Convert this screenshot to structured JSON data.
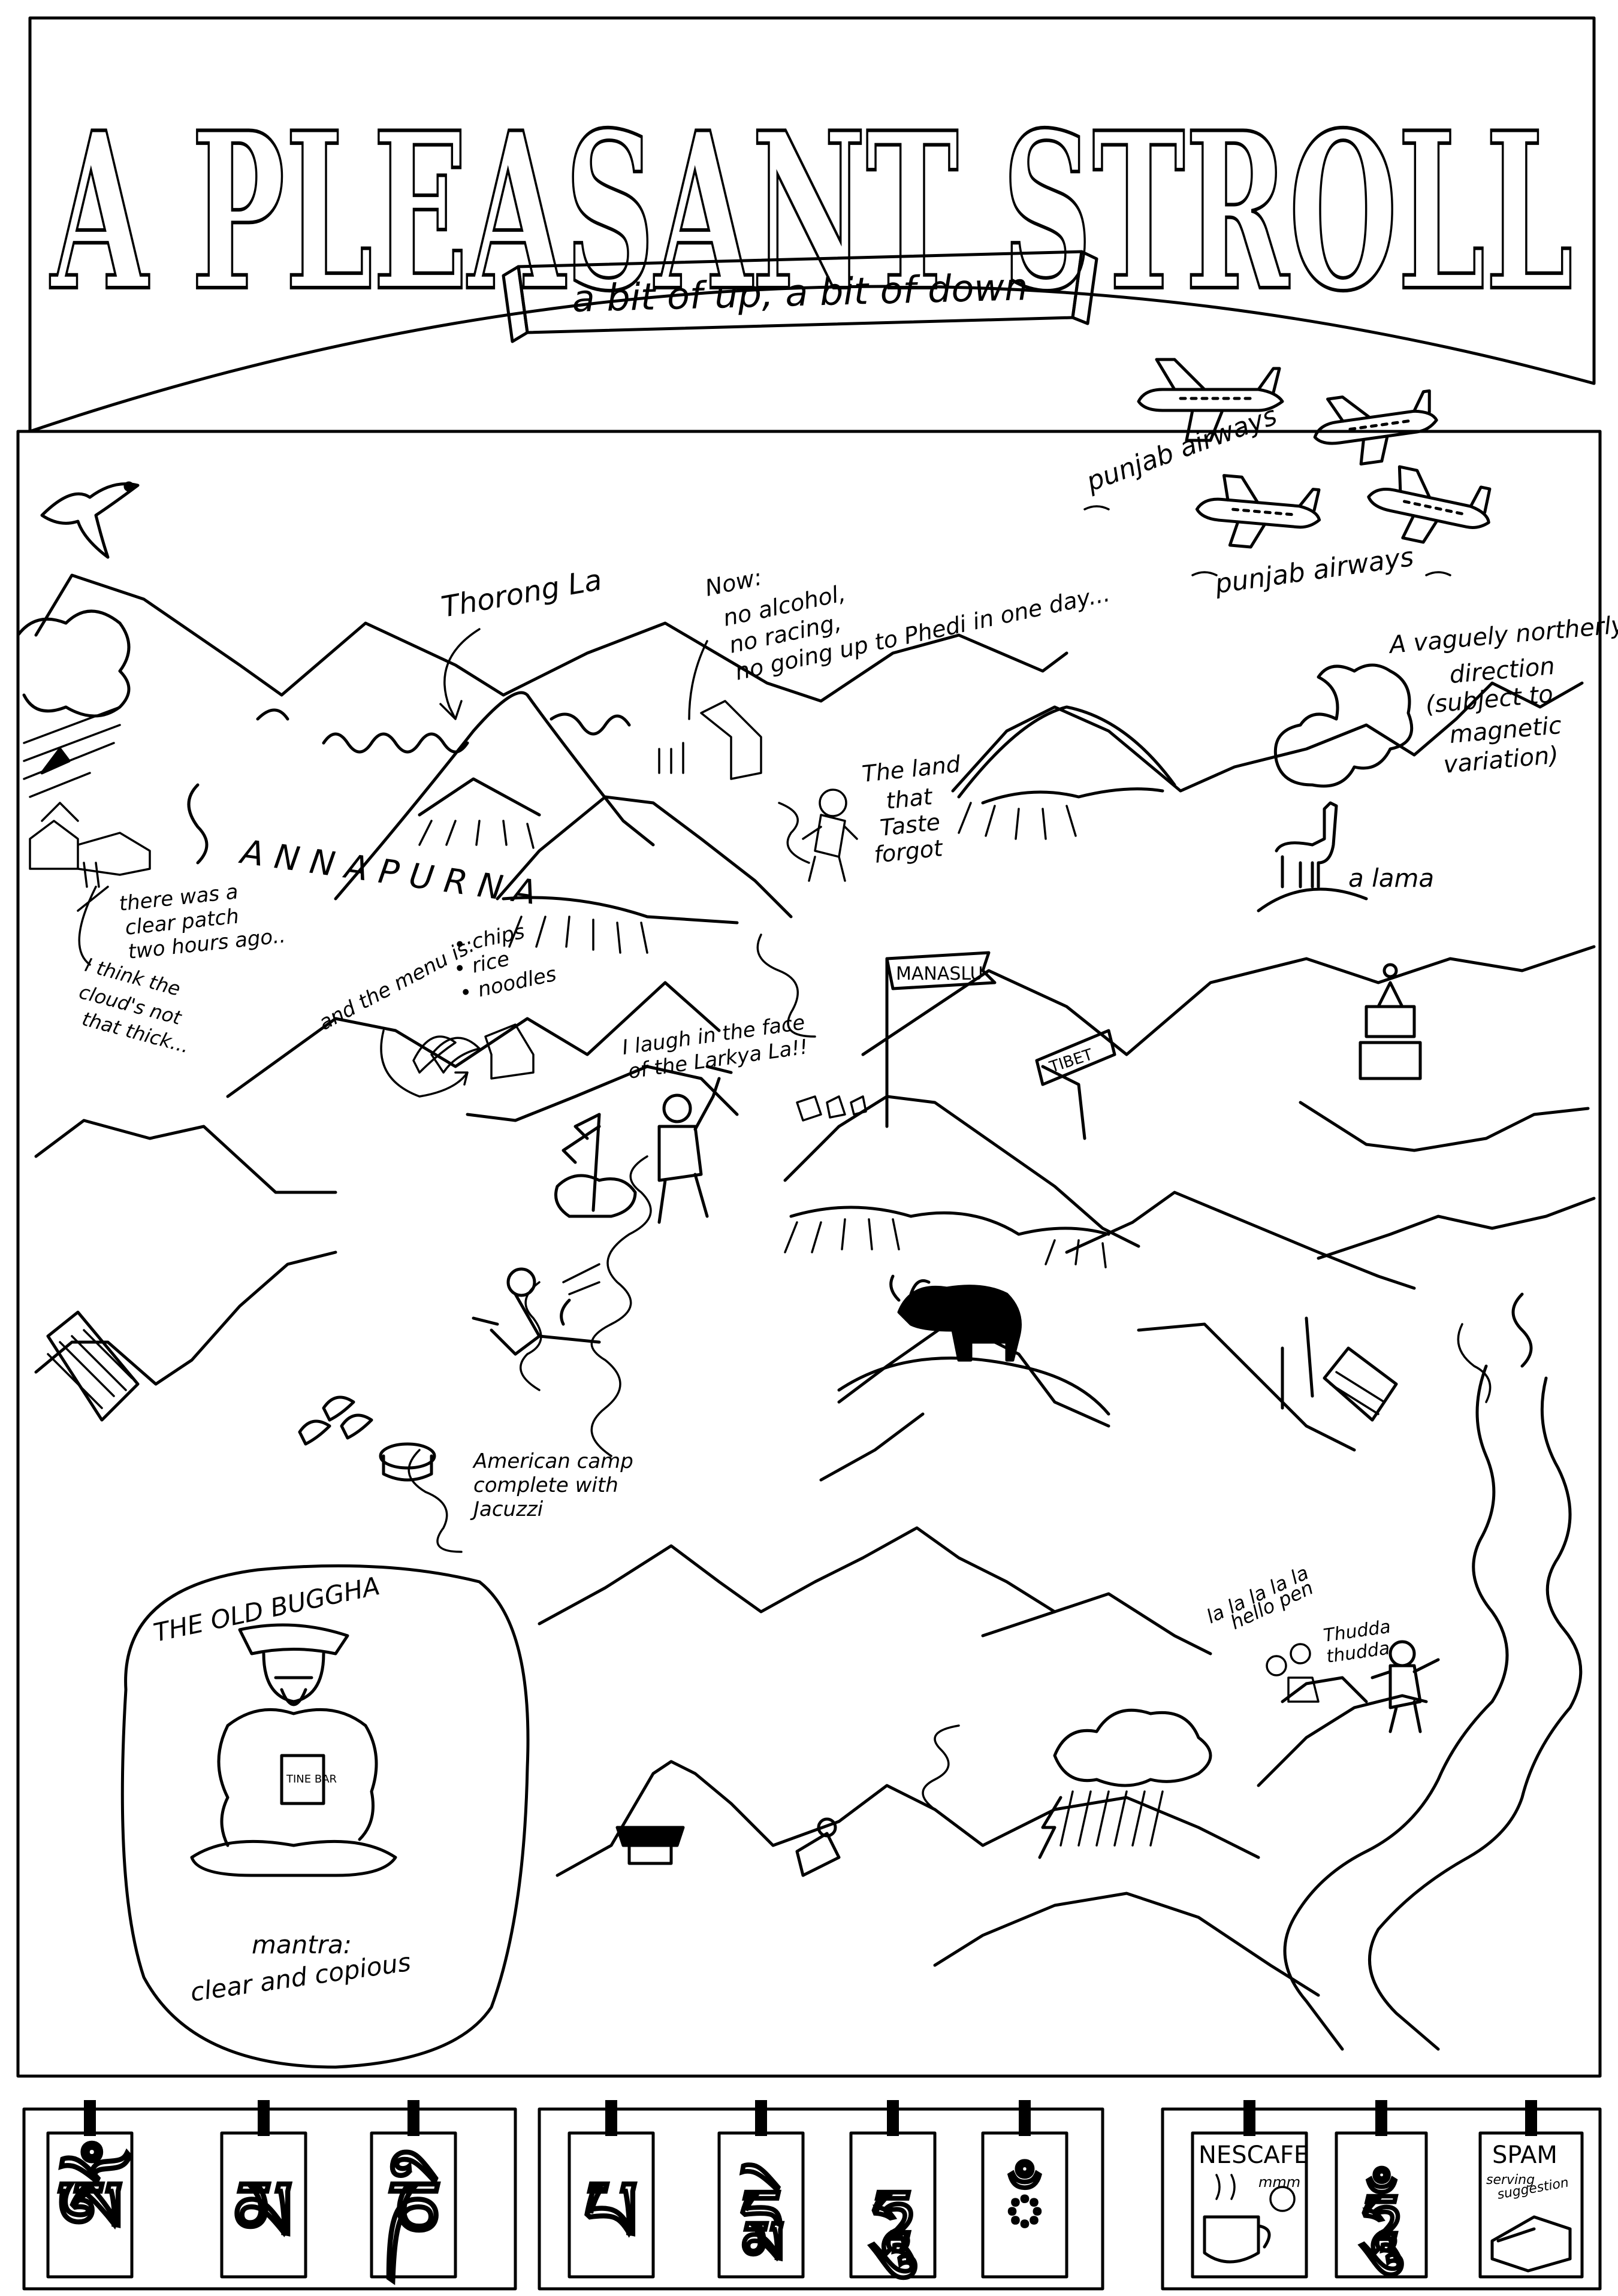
{
  "title": "A PLEASANT STROLL",
  "subtitle": "a bit of up, a bit of down",
  "labels": {
    "thorong_la": "Thorong La",
    "now_1": "Now:",
    "now_2": "no alcohol,",
    "now_3": "no racing,",
    "now_4": "no going up to Phedi in one day...",
    "taste_1": "The land",
    "taste_2": "that",
    "taste_3": "Taste",
    "taste_4": "forgot",
    "direction_1": "A vaguely northerly",
    "direction_2": "direction",
    "direction_3": "(subject to",
    "direction_4": "magnetic",
    "direction_5": "variation)",
    "a_lama": "a lama",
    "punjab_1": "punjab airways",
    "punjab_2": "punjab airways",
    "annapurna": "A N N A P U R N A",
    "clear_patch_1": "there was a",
    "clear_patch_2": "clear patch",
    "clear_patch_3": "two hours ago..",
    "cloud_1": "I think the",
    "cloud_2": "cloud's not",
    "cloud_3": "that thick...",
    "menu_1": "and the menu is:",
    "menu_2": "• chips",
    "menu_3": "• rice",
    "menu_4": "• noodles",
    "manaslu": "MANASLU",
    "larkya_1": "I laugh in the face",
    "larkya_2": "of the Larkya La!!",
    "tibet": "TIBET",
    "camp_1": "American camp",
    "camp_2": "complete with",
    "camp_3": "Jacuzzi",
    "buggha": "THE OLD BUGGHA",
    "mantra_1": "mantra:",
    "mantra_2": "clear and copious",
    "tinebar": "TINE BAR",
    "lala_1": "la la la la la",
    "lala_2": "hello pen",
    "thudda_1": "Thudda",
    "thudda_2": "thudda"
  },
  "prayer_panels": {
    "panel1": [
      "ཨོཾ",
      "མ",
      "ཎི"
    ],
    "panel2": [
      "པ",
      "དྨེ",
      "ཧཱུ",
      "ྃ"
    ],
    "nescafe": "NESCAFE",
    "mmm": "mmm",
    "om_final": "ཧཱུྃ",
    "spam_1": "SPAM",
    "spam_2": "serving",
    "spam_3": "suggestion"
  },
  "colors": {
    "ink": "#000000",
    "paper": "#ffffff"
  },
  "icons": [
    "airplane-icon",
    "bird-icon",
    "llama-icon",
    "yak-icon",
    "stupa-icon",
    "tent-icon",
    "cloud-icon",
    "prayer-flag-icon"
  ]
}
